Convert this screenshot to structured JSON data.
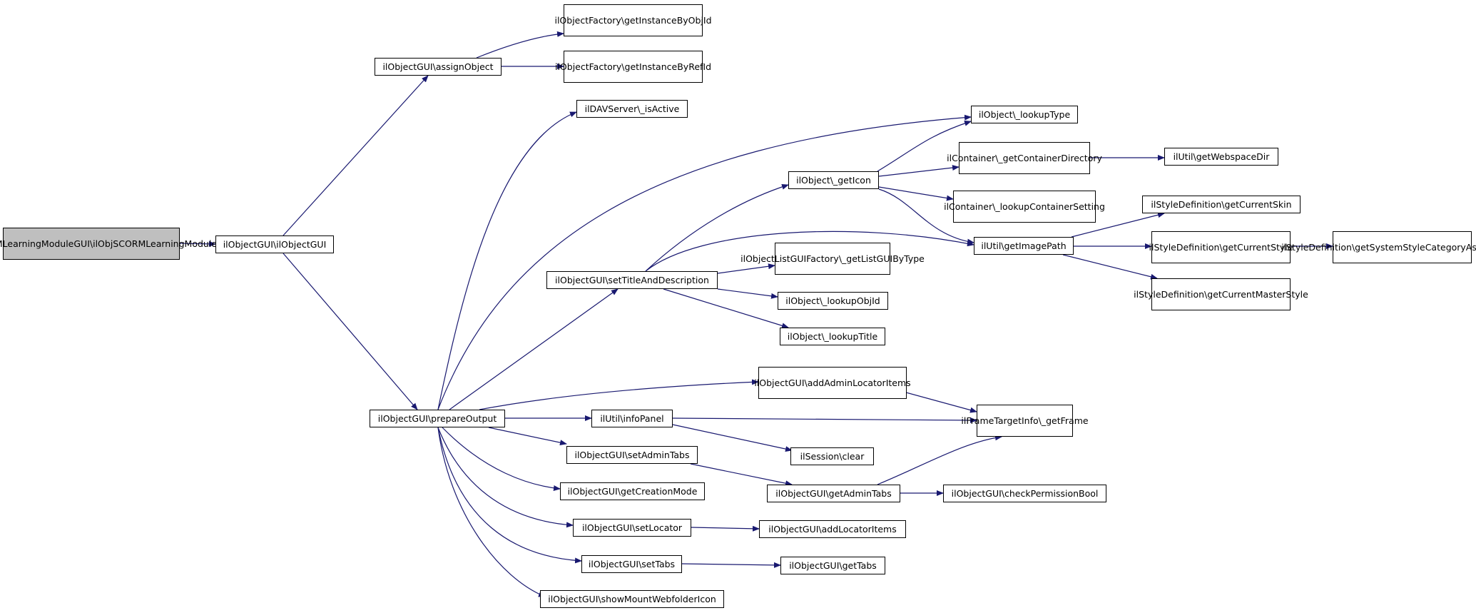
{
  "colors": {
    "edge": "#191970",
    "root_fill": "#bfbfbf",
    "node_fill": "#ffffff",
    "border": "#000000"
  },
  "nodes": {
    "root": [
      "ilObjSCORMLearningModule",
      "GUI\\ilObjSCORMLearningModuleGUI"
    ],
    "ctor": [
      "ilObjectGUI\\ilObjectGUI"
    ],
    "assignObject": [
      "ilObjectGUI\\assignObject"
    ],
    "prepareOutput": [
      "ilObjectGUI\\prepareOutput"
    ],
    "getByObjId": [
      "ilObjectFactory\\getInstance",
      "ByObjId"
    ],
    "getByRefId": [
      "ilObjectFactory\\getInstance",
      "ByRefId"
    ],
    "davActive": [
      "ilDAVServer\\_isActive"
    ],
    "setTitle": [
      "ilObjectGUI\\setTitleAndDescription"
    ],
    "lookupType": [
      "ilObject\\_lookupType"
    ],
    "getIcon": [
      "ilObject\\_getIcon"
    ],
    "containerDir": [
      "ilContainer\\_getContainer",
      "Directory"
    ],
    "webspaceDir": [
      "ilUtil\\getWebspaceDir"
    ],
    "lookupContainerSetting": [
      "ilContainer\\_lookupContainer",
      "Setting"
    ],
    "getImagePath": [
      "ilUtil\\getImagePath"
    ],
    "currentSkin": [
      "ilStyleDefinition\\getCurrentSkin"
    ],
    "currentStyle": [
      "ilStyleDefinition\\getCurrent",
      "Style"
    ],
    "systemStyle": [
      "ilStyleDefinition\\getSystem",
      "StyleCategoryAssignments"
    ],
    "masterStyle": [
      "ilStyleDefinition\\getCurrent",
      "MasterStyle"
    ],
    "listGUIByType": [
      "ilObjectListGUIFactory",
      "\\_getListGUIByType"
    ],
    "lookupObjId": [
      "ilObject\\_lookupObjId"
    ],
    "lookupTitle": [
      "ilObject\\_lookupTitle"
    ],
    "addAdminLocator": [
      "ilObjectGUI\\addAdminLocator",
      "Items"
    ],
    "frameTarget": [
      "ilFrameTargetInfo\\",
      "_getFrame"
    ],
    "infoPanel": [
      "ilUtil\\infoPanel"
    ],
    "sessionClear": [
      "ilSession\\clear"
    ],
    "setAdminTabs": [
      "ilObjectGUI\\setAdminTabs"
    ],
    "getAdminTabs": [
      "ilObjectGUI\\getAdminTabs"
    ],
    "checkPermission": [
      "ilObjectGUI\\checkPermissionBool"
    ],
    "creationMode": [
      "ilObjectGUI\\getCreationMode"
    ],
    "setLocator": [
      "ilObjectGUI\\setLocator"
    ],
    "addLocatorItems": [
      "ilObjectGUI\\addLocatorItems"
    ],
    "setTabs": [
      "ilObjectGUI\\setTabs"
    ],
    "getTabs": [
      "ilObjectGUI\\getTabs"
    ],
    "showMount": [
      "ilObjectGUI\\showMountWebfolderIcon"
    ]
  }
}
